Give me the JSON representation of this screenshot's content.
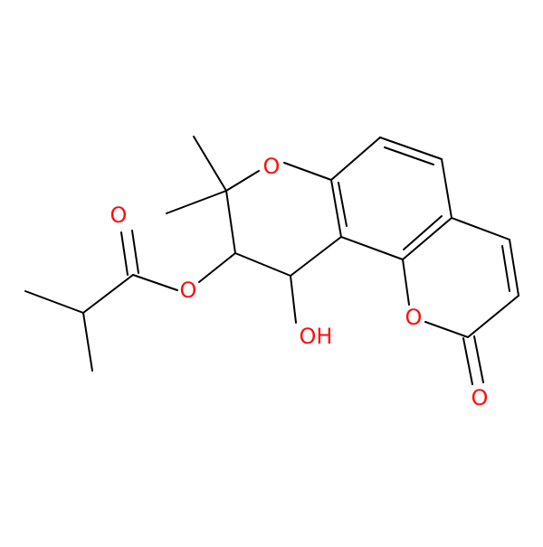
{
  "molecule": {
    "atoms": {
      "o_ring_pyran": {
        "label": "O",
        "color": "#ff0d0d"
      },
      "o_ester": {
        "label": "O",
        "color": "#ff0d0d"
      },
      "o_carbonyl_ester": {
        "label": "O",
        "color": "#ff0d0d"
      },
      "o_hydroxyl": {
        "label": "OH",
        "color": "#ff0d0d"
      },
      "o_ring_lactone": {
        "label": "O",
        "color": "#ff0d0d"
      },
      "o_carbonyl_lactone": {
        "label": "O",
        "color": "#ff0d0d"
      }
    },
    "bond_color": "#000000"
  }
}
